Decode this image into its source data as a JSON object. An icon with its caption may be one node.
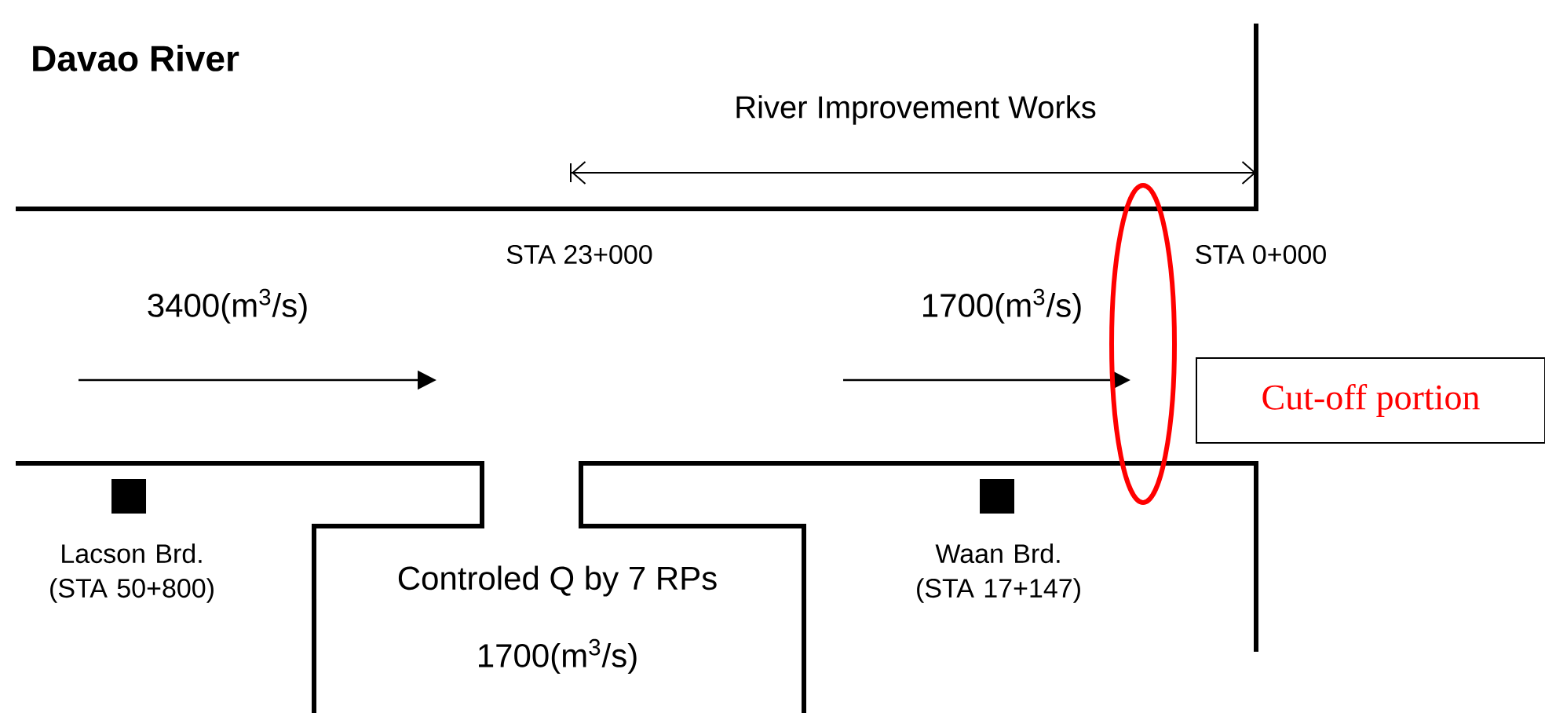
{
  "diagram": {
    "title": "Davao River",
    "nodes": [
      {
        "text": [
          "Cut-off portion"
        ]
      }
    ],
    "labels": [
      "River Improvement Works",
      "STA 23+000",
      "STA 0+000",
      "3400(m$^{3}$/s)",
      "1700(m$^{3}$/s)",
      "Lacson Brd. (STA 50+800)",
      "Controled Q by 7 RPs",
      "1700(m$^{3}$/s)",
      "Waan Brd. (STA 17+147)"
    ]
  }
}
